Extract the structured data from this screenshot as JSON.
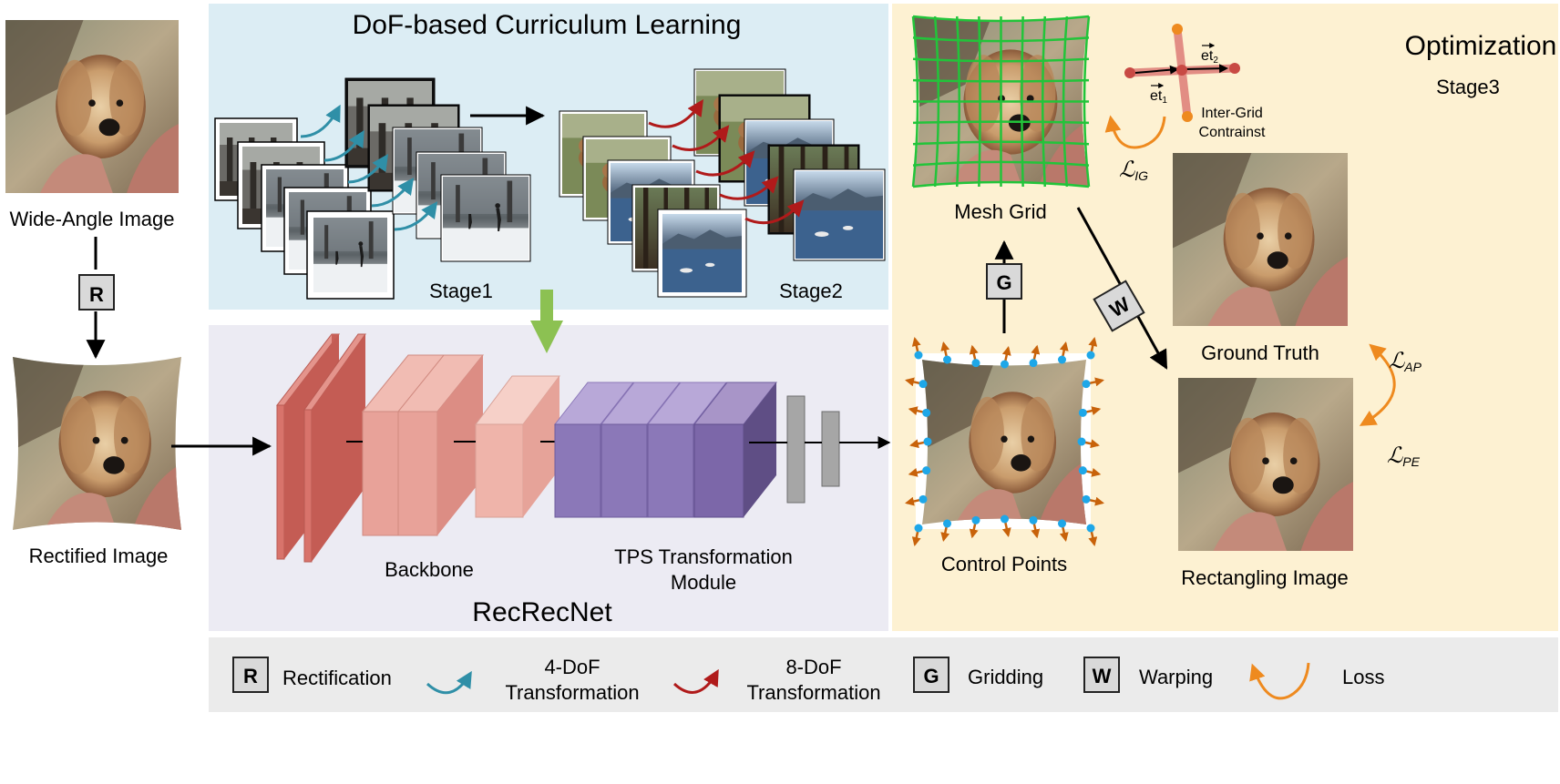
{
  "left": {
    "wide_angle_label": "Wide-Angle Image",
    "rectified_label": "Rectified Image",
    "r_box": "R"
  },
  "curriculum": {
    "title": "DoF-based Curriculum Learning",
    "stage1": "Stage1",
    "stage2": "Stage2"
  },
  "network": {
    "backbone": "Backbone",
    "tps_line1": "TPS Transformation",
    "tps_line2": "Module",
    "name": "RecRecNet"
  },
  "optimization": {
    "title": "Optimization",
    "stage3": "Stage3",
    "mesh_grid": "Mesh Grid",
    "control_points": "Control Points",
    "ground_truth": "Ground Truth",
    "rectangling": "Rectangling Image",
    "inter_grid_line1": "Inter-Grid",
    "inter_grid_line2": "Contrainst",
    "et1": "et",
    "et1_sub": "1",
    "et2": "et",
    "et2_sub": "2",
    "g_box": "G",
    "w_box": "W",
    "loss_ig": "ℒ",
    "loss_ig_sub": "IG",
    "loss_ap": "ℒ",
    "loss_ap_sub": "AP",
    "loss_pe": "ℒ",
    "loss_pe_sub": "PE"
  },
  "legend": {
    "r_key": "R",
    "rectification": "Rectification",
    "dof4_line1": "4-DoF",
    "dof4_line2": "Transformation",
    "dof8_line1": "8-DoF",
    "dof8_line2": "Transformation",
    "g_key": "G",
    "gridding": "Gridding",
    "w_key": "W",
    "warping": "Warping",
    "loss": "Loss"
  },
  "colors": {
    "curriculum_bg": "#dcedf4",
    "network_bg": "#ecebf3",
    "optimization_bg": "#fdf1d2",
    "legend_bg": "#ebebeb",
    "backbone_block": "#d8736b",
    "tps_block": "#8b78b8",
    "mesh_line": "#22c43a",
    "control_point": "#1ea7e8",
    "arrow_4dof": "#2f8fa7",
    "arrow_8dof": "#b01a1a",
    "loss_arrow": "#ee8a1f",
    "curriculum_arrow": "#8cc152"
  }
}
